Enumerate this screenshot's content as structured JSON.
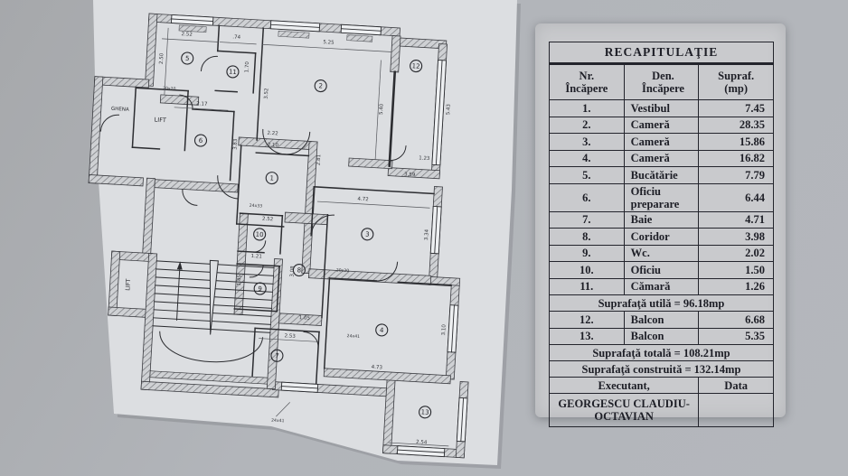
{
  "plan": {
    "rooms": [
      "1",
      "2",
      "3",
      "4",
      "5",
      "6",
      "7",
      "8",
      "9",
      "10",
      "11",
      "12",
      "13"
    ],
    "labels": {
      "ghena": "GHENA",
      "lift_upper": "LIFT",
      "lift_lower": "LIFT"
    },
    "dims": [
      "2.52",
      ".74",
      "5.25",
      "2.50",
      "1.70",
      "3.52",
      "5.40",
      "5.43",
      "2.17",
      "3.83",
      "2.22",
      "2.10",
      "3.59",
      "1.23",
      "2.81",
      "4.72",
      "3.34",
      "2.52",
      "1.21",
      "1.45",
      "3.08",
      "1.05",
      "2.53",
      "4.73",
      "3.10",
      "2.54",
      "20x20",
      "24x33",
      "20x20",
      "24x41",
      "24x41"
    ]
  },
  "table": {
    "title": "RECAPITULAŢIE",
    "col_nr": "Nr.\nÎncăpere",
    "col_name": "Den. Încăpere",
    "col_area": "Supraf.\n(mp)",
    "rows": [
      {
        "nr": "1.",
        "name": "Vestibul",
        "area": "7.45"
      },
      {
        "nr": "2.",
        "name": "Cameră",
        "area": "28.35"
      },
      {
        "nr": "3.",
        "name": "Cameră",
        "area": "15.86"
      },
      {
        "nr": "4.",
        "name": "Cameră",
        "area": "16.82"
      },
      {
        "nr": "5.",
        "name": "Bucătărie",
        "area": "7.79"
      },
      {
        "nr": "6.",
        "name": "Oficiu preparare",
        "area": "6.44"
      },
      {
        "nr": "7.",
        "name": "Baie",
        "area": "4.71"
      },
      {
        "nr": "8.",
        "name": "Coridor",
        "area": "3.98"
      },
      {
        "nr": "9.",
        "name": "Wc.",
        "area": "2.02"
      },
      {
        "nr": "10.",
        "name": "Oficiu",
        "area": "1.50"
      },
      {
        "nr": "11.",
        "name": "Cămară",
        "area": "1.26"
      },
      {
        "nr": "12.",
        "name": "Balcon",
        "area": "6.68"
      },
      {
        "nr": "13.",
        "name": "Balcon",
        "area": "5.35"
      }
    ],
    "subtotal_util": "Suprafaţă utilă =  96.18mp",
    "total": "Suprafaţă totală =  108.21mp",
    "built": "Suprafaţă construită = 132.14mp",
    "executant_label": "Executant,",
    "data_label": "Data",
    "executant_name": "GEORGESCU CLAUDIU-\nOCTAVIAN"
  }
}
